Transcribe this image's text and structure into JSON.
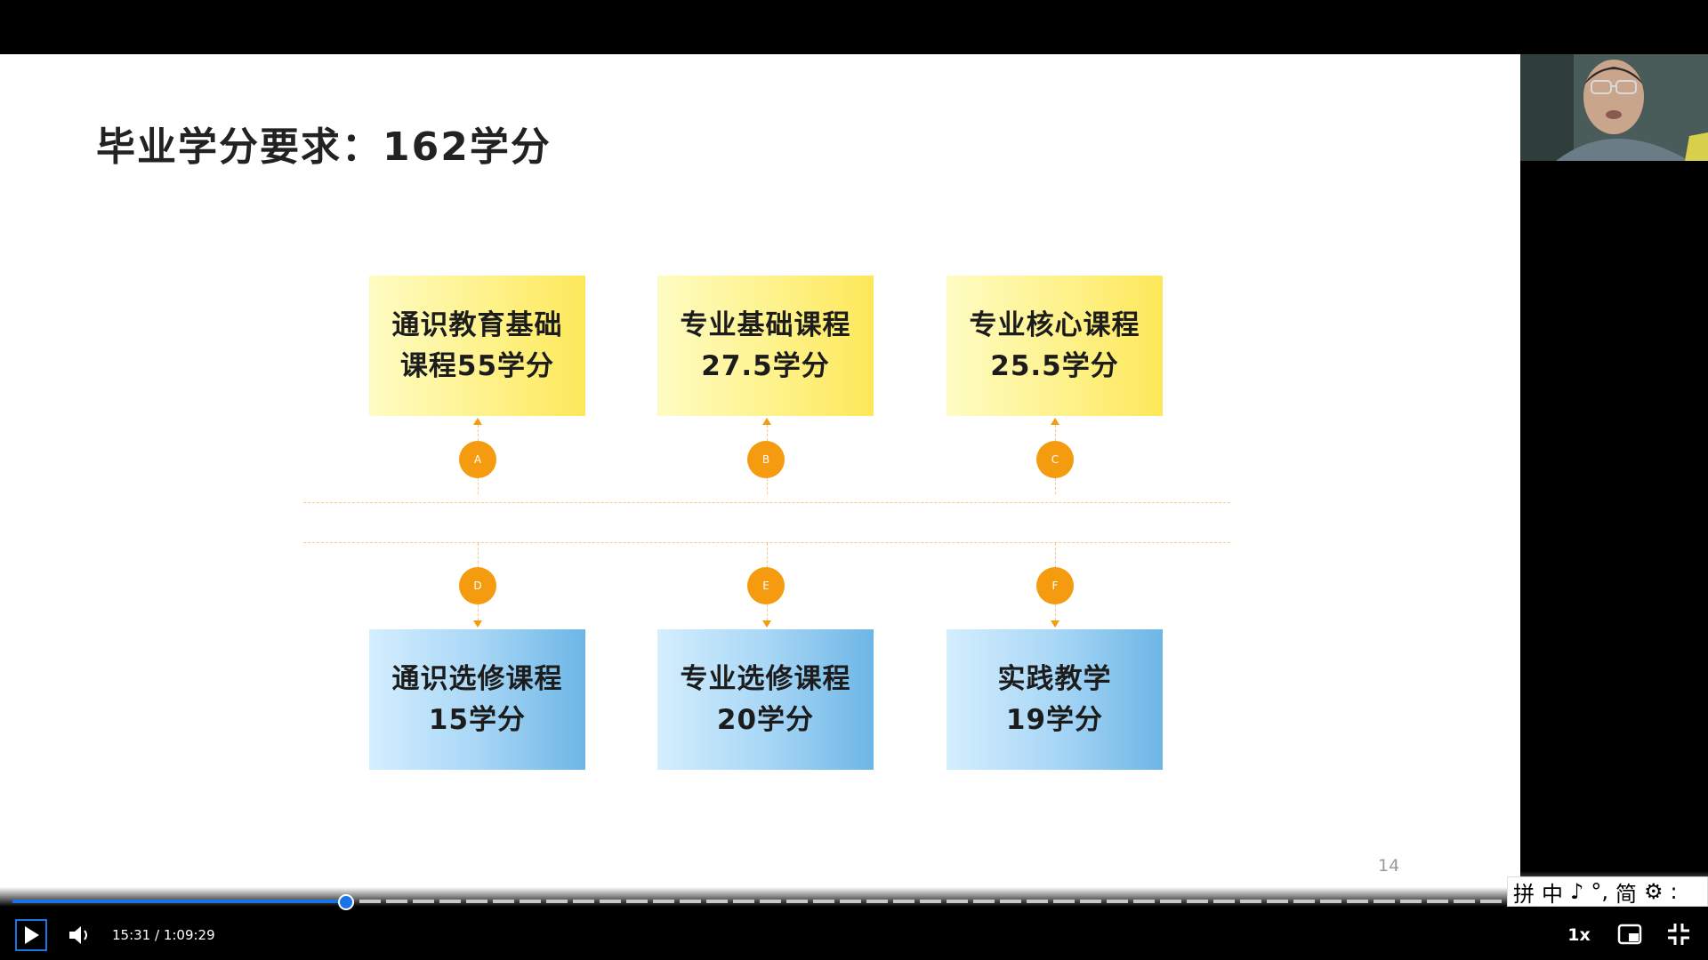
{
  "slide": {
    "title": "毕业学分要求：162学分",
    "page_number": "14",
    "top_boxes": [
      {
        "line1": "通识教育基础",
        "line2": "课程55学分",
        "marker": "A"
      },
      {
        "line1": "专业基础课程",
        "line2": "27.5学分",
        "marker": "B"
      },
      {
        "line1": "专业核心课程",
        "line2": "25.5学分",
        "marker": "C"
      }
    ],
    "bottom_boxes": [
      {
        "line1": "通识选修课程",
        "line2": "15学分",
        "marker": "D"
      },
      {
        "line1": "专业选修课程",
        "line2": "20学分",
        "marker": "E"
      },
      {
        "line1": "实践教学",
        "line2": "19学分",
        "marker": "F"
      }
    ],
    "colors": {
      "marker": "#f59b10",
      "top_box": "#fef28a",
      "bottom_box": "#a9d7f6"
    }
  },
  "player": {
    "time_display": "15:31 / 1:09:29",
    "progress_fraction": 0.2233,
    "speed_label": "1x",
    "icons": {
      "play": "play-icon",
      "volume": "volume-icon",
      "pip": "picture-in-picture-icon",
      "exit_fullscreen": "exit-fullscreen-icon"
    }
  },
  "ime_toolbar": {
    "items": [
      "拼",
      "中",
      "♪",
      "°,",
      "简",
      "⚙",
      ":"
    ]
  }
}
